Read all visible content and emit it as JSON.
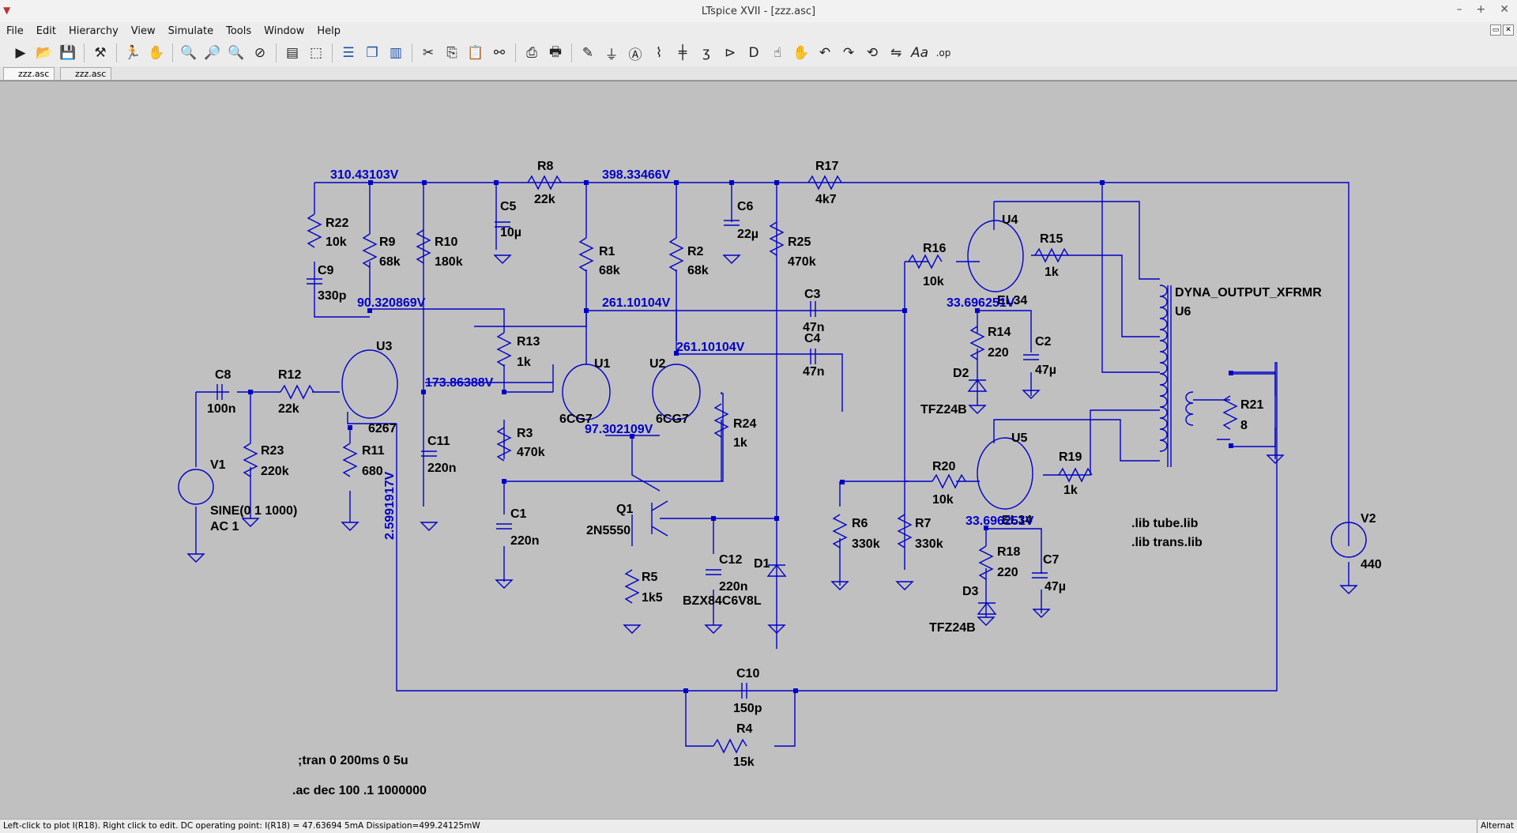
{
  "window": {
    "title": "LTspice XVII - [zzz.asc]",
    "controls": [
      "–",
      "+",
      "✕"
    ]
  },
  "menu": [
    "File",
    "Edit",
    "Hierarchy",
    "View",
    "Simulate",
    "Tools",
    "Window",
    "Help"
  ],
  "toolbar": [
    "run-icon",
    "open-icon",
    "save-icon",
    "control-panel-icon",
    "halt-icon",
    "pan-icon",
    "zoom-in-icon",
    "zoom-area-icon",
    "zoom-out-icon",
    "zoom-cancel-icon",
    "waveform-icon",
    "autorange-icon",
    "tile-horizontal-icon",
    "cascade-icon",
    "tile-vertical-icon",
    "cut-icon",
    "copy-icon",
    "paste-icon",
    "find-icon",
    "print-icon",
    "print-setup-icon",
    "draw-wire-icon",
    "ground-icon",
    "label-net-icon",
    "resistor-icon",
    "capacitor-icon",
    "inductor-icon",
    "diode-icon",
    "component-icon",
    "move-icon",
    "drag-icon",
    "undo-icon",
    "redo-icon",
    "rotate-icon",
    "mirror-icon",
    "text-icon",
    "spice-directive-icon"
  ],
  "tabs": [
    {
      "label": "zzz.asc"
    },
    {
      "label": "zzz.asc"
    }
  ],
  "schematic": {
    "components": [
      {
        "ref": "R22",
        "value": "10k"
      },
      {
        "ref": "R9",
        "value": "68k"
      },
      {
        "ref": "R10",
        "value": "180k"
      },
      {
        "ref": "C5",
        "value": "10µ"
      },
      {
        "ref": "R8",
        "value": "22k"
      },
      {
        "ref": "R1",
        "value": "68k"
      },
      {
        "ref": "R2",
        "value": "68k"
      },
      {
        "ref": "C6",
        "value": "22µ"
      },
      {
        "ref": "R25",
        "value": "470k"
      },
      {
        "ref": "R17",
        "value": "4k7"
      },
      {
        "ref": "C9",
        "value": "330p"
      },
      {
        "ref": "R13",
        "value": "1k"
      },
      {
        "ref": "C3",
        "value": "47n"
      },
      {
        "ref": "C4",
        "value": "47n"
      },
      {
        "ref": "R16",
        "value": "10k"
      },
      {
        "ref": "R15",
        "value": "1k"
      },
      {
        "ref": "R14",
        "value": "220"
      },
      {
        "ref": "C2",
        "value": "47µ"
      },
      {
        "ref": "C8",
        "value": "100n"
      },
      {
        "ref": "R12",
        "value": "22k"
      },
      {
        "ref": "U3",
        "value": "6267"
      },
      {
        "ref": "U1",
        "value": "6CG7"
      },
      {
        "ref": "U2",
        "value": "6CG7"
      },
      {
        "ref": "R24",
        "value": "1k"
      },
      {
        "ref": "R3",
        "value": "470k"
      },
      {
        "ref": "R23",
        "value": "220k"
      },
      {
        "ref": "R11",
        "value": "680"
      },
      {
        "ref": "C11",
        "value": "220n"
      },
      {
        "ref": "C1",
        "value": "220n"
      },
      {
        "ref": "Q1",
        "value": "2N5550"
      },
      {
        "ref": "R5",
        "value": "1k5"
      },
      {
        "ref": "C12",
        "value": "220n"
      },
      {
        "ref": "D1",
        "value": "BZX84C6V8L"
      },
      {
        "ref": "R6",
        "value": "330k"
      },
      {
        "ref": "R7",
        "value": "330k"
      },
      {
        "ref": "R20",
        "value": "10k"
      },
      {
        "ref": "R19",
        "value": "1k"
      },
      {
        "ref": "R18",
        "value": "220"
      },
      {
        "ref": "C7",
        "value": "47µ"
      },
      {
        "ref": "D2",
        "value": "TFZ24B"
      },
      {
        "ref": "D3",
        "value": "TFZ24B"
      },
      {
        "ref": "R21",
        "value": "8"
      },
      {
        "ref": "V2",
        "value": "440"
      },
      {
        "ref": "C10",
        "value": "150p"
      },
      {
        "ref": "R4",
        "value": "15k"
      },
      {
        "ref": "U4",
        "value": "EL34"
      },
      {
        "ref": "U5",
        "value": "EL34"
      }
    ],
    "v1": {
      "ref": "V1",
      "line1": "SINE(0 1 1000)",
      "line2": "AC 1"
    },
    "xfmr": {
      "name": "DYNA_OUTPUT_XFRMR",
      "ref": "U6"
    },
    "voltages": {
      "n1": "310.43103V",
      "n2": "398.33466V",
      "n3": "90.320869V",
      "n4": "261.10104V",
      "n5": "261.10104V",
      "n6": "173.86388V",
      "n7": "97.302109V",
      "n8": "2.5991917V",
      "n9": "33.696251V",
      "n10": "33.696251V"
    },
    "directives": [
      ".lib tube.lib",
      ".lib trans.lib",
      ";tran 0 200ms 0 5u",
      ".ac dec 100 .1 1000000"
    ]
  },
  "status": {
    "message": "Left-click to plot I(R18).  Right click to edit.  DC operating point: I(R18) = 47.63694 5mA  Dissipation=499.24125mW",
    "mode": "Alternat"
  }
}
